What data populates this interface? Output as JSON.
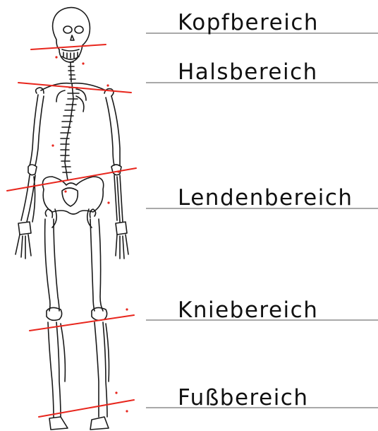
{
  "regions": {
    "head": "Kopfbereich",
    "neck": "Halsbereich",
    "lumbar": "Lendenbereich",
    "knee": "Kniebereich",
    "foot": "Fußbereich"
  },
  "colors": {
    "marker": "#e8261d",
    "outline": "#1a1a1a",
    "leader_line": "#a9a9a9",
    "text": "#111111"
  }
}
